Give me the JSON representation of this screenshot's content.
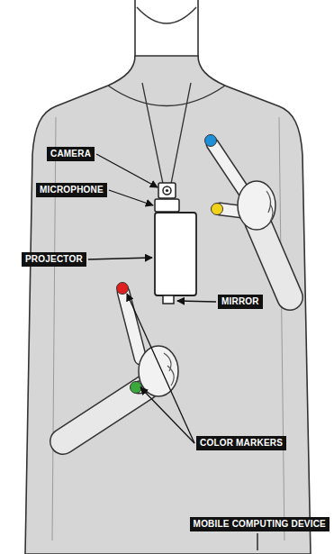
{
  "diagram": {
    "labels": [
      "CAMERA",
      "MICROPHONE",
      "PROJECTOR",
      "MIRROR",
      "COLOR MARKERS",
      "MOBILE COMPUTING DEVICE"
    ]
  }
}
